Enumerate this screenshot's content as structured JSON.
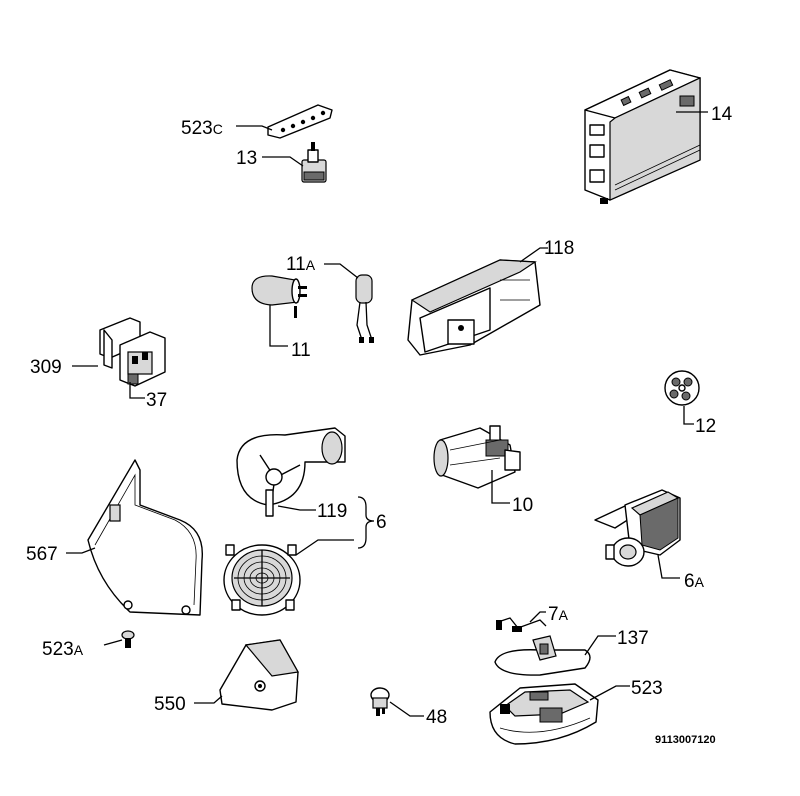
{
  "labels": {
    "l523c": "523",
    "l523c_suffix": "C",
    "l13": "13",
    "l14": "14",
    "l11a": "11",
    "l11a_suffix": "A",
    "l118": "118",
    "l11": "11",
    "l309": "309",
    "l37": "37",
    "l12": "12",
    "l119": "119",
    "l6": "6",
    "l10": "10",
    "l567": "567",
    "l6a": "6",
    "l6a_suffix": "A",
    "l523a": "523",
    "l523a_suffix": "A",
    "l7a": "7",
    "l7a_suffix": "A",
    "l137": "137",
    "l550": "550",
    "l48": "48",
    "l523": "523"
  },
  "drawing_code": "9113007120"
}
